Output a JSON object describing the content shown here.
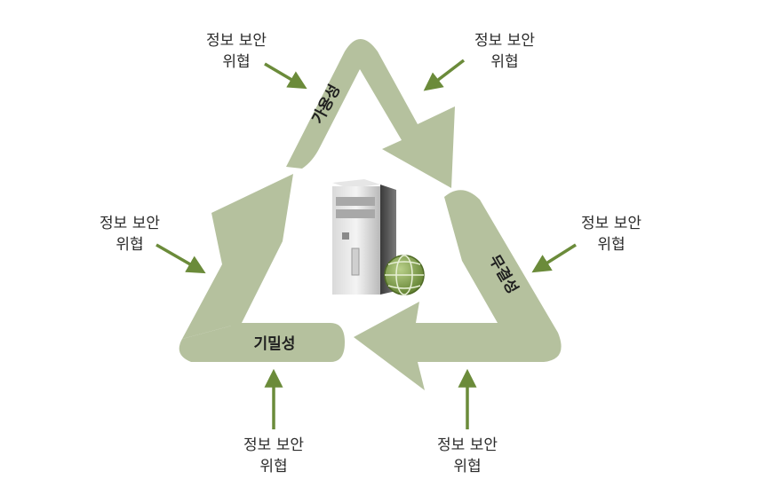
{
  "cycle": {
    "availability": "가용성",
    "integrity": "무결성",
    "confidentiality": "기밀성"
  },
  "threats": [
    {
      "line1": "정보 보안",
      "line2": "위협"
    },
    {
      "line1": "정보 보안",
      "line2": "위협"
    },
    {
      "line1": "정보 보안",
      "line2": "위협"
    },
    {
      "line1": "정보 보안",
      "line2": "위협"
    },
    {
      "line1": "정보 보안",
      "line2": "위협"
    },
    {
      "line1": "정보 보안",
      "line2": "위협"
    }
  ],
  "colors": {
    "band": "#b5c19e",
    "arrow": "#6b8b3a",
    "globe": "#7c9a45"
  },
  "icons": [
    "server-tower-icon",
    "globe-icon"
  ]
}
